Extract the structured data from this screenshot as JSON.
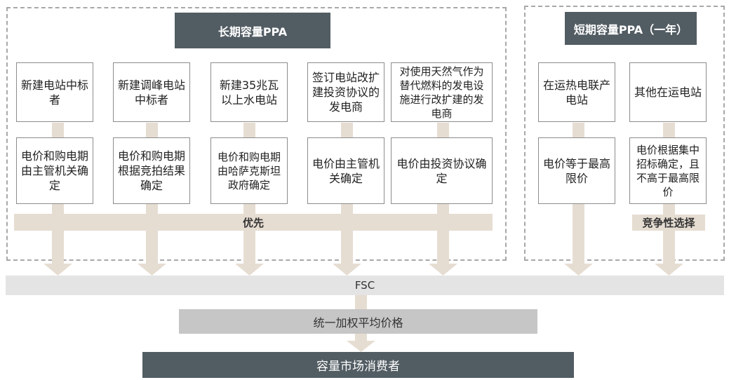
{
  "long_term": {
    "title": "长期容量PPA",
    "participants": [
      "新建电站中标者",
      "新建调峰电站中标者",
      "新建35兆瓦以上水电站",
      "签订电站改扩建投资协议的发电商",
      "对使用天然气作为替代燃料的发电设施进行改扩建的发电商"
    ],
    "pricing": [
      "电价和购电期由主管机关确定",
      "电价和购电期根据竞拍结果确定",
      "电价和购电期由哈萨克斯坦政府确定",
      "电价由主管机关确定",
      "电价由投资协议确定"
    ],
    "priority_label": "优先"
  },
  "short_term": {
    "title": "短期容量PPA（一年）",
    "participants": [
      "在运热电联产电站",
      "其他在运电站"
    ],
    "pricing": [
      "电价等于最高限价",
      "电价根据集中招标确定，且不高于最高限价"
    ],
    "selection_label": "竞争性选择"
  },
  "fsc_label": "FSC",
  "weighted_price_label": "统一加权平均价格",
  "consumer_label": "容量市场消费者",
  "colors": {
    "header_bg": "#525c63",
    "arrow_fill": "#e6ddd2",
    "fsc_bg": "#e4e4e4",
    "avg_bg": "#c6c6c6",
    "dash_border": "#a8a8a8"
  }
}
